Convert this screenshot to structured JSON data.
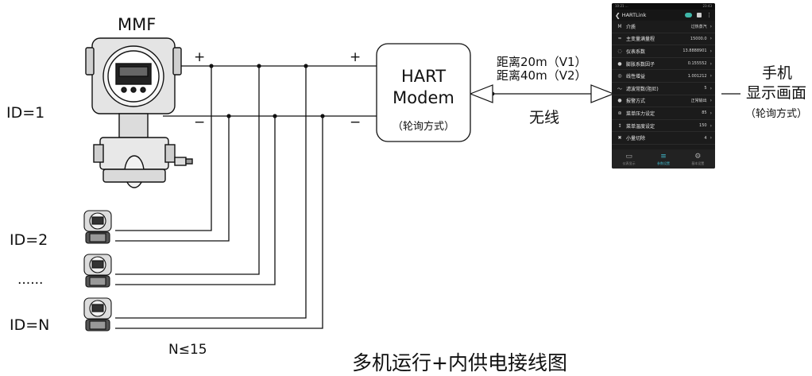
{
  "device_main": {
    "name": "MMF",
    "id_label": "ID=1"
  },
  "devices": [
    {
      "id_label": "ID=2"
    },
    {
      "id_label": "......"
    },
    {
      "id_label": "ID=N"
    }
  ],
  "count_label": "N≤15",
  "polarity": {
    "plus": "+",
    "minus": "−"
  },
  "modem": {
    "line1": "HART",
    "line2": "Modem",
    "mode": "（轮询方式）"
  },
  "link": {
    "distance_v1": "距离20m（V1）",
    "distance_v2": "距离40m（V2）",
    "wireless": "无线"
  },
  "phone_label": {
    "line1": "手机",
    "line2": "显示画面",
    "mode": "（轮询方式）"
  },
  "caption": "多机运行+内供电接线图",
  "phone_screen": {
    "status_left": "10:21 ...",
    "status_right": "23:43",
    "title": "HARTLink",
    "rows": [
      {
        "icon": "M",
        "label": "介质",
        "value": "过热蒸汽"
      },
      {
        "icon": "≈",
        "label": "主变量满量程",
        "value": "15000.0"
      },
      {
        "icon": "◌",
        "label": "仪表系数",
        "value": "13.8888901"
      },
      {
        "icon": "●",
        "label": "膨胀系数因子",
        "value": "0.155552"
      },
      {
        "icon": "◎",
        "label": "线性增益",
        "value": "1.001212"
      },
      {
        "icon": "〜",
        "label": "滤波常数(阻尼)",
        "value": "5"
      },
      {
        "icon": "●",
        "label": "报警方式",
        "value": "正常输出"
      },
      {
        "icon": "⊛",
        "label": "菜单压力设定",
        "value": "85"
      },
      {
        "icon": "↕",
        "label": "菜单温度设定",
        "value": "150"
      },
      {
        "icon": "✖",
        "label": "小量切除",
        "value": "4"
      }
    ],
    "tabs": [
      {
        "icon": "▭",
        "label": "仪表显示"
      },
      {
        "icon": "≡",
        "label": "参数设置"
      },
      {
        "icon": "⚙",
        "label": "基本设置"
      }
    ]
  }
}
